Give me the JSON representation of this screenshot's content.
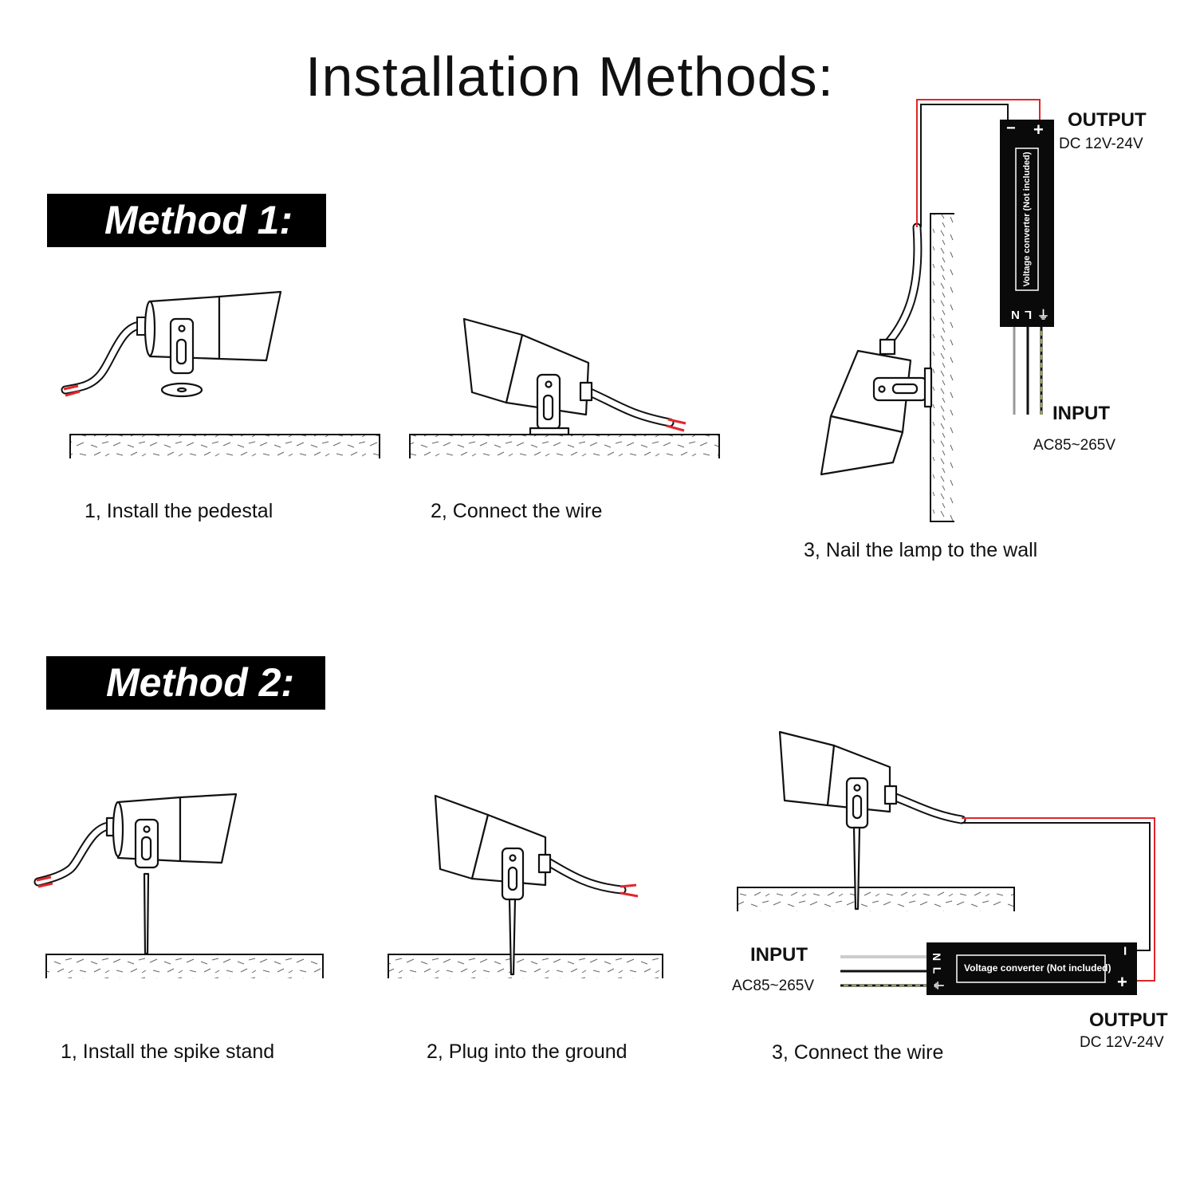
{
  "title": "Installation Methods:",
  "method1": {
    "heading": "Method 1:",
    "steps": [
      "1, Install the pedestal",
      "2, Connect the wire",
      "3, Nail the lamp to the wall"
    ],
    "converter": {
      "label": "Voltage converter (Not included)",
      "output_title": "OUTPUT",
      "output_value": "DC 12V-24V",
      "input_title": "INPUT",
      "input_value": "AC85~265V",
      "terminals_top": [
        "−",
        "+"
      ],
      "terminals_bottom": [
        "N",
        "L",
        "⏚"
      ]
    }
  },
  "method2": {
    "heading": "Method 2:",
    "steps": [
      "1, Install the spike stand",
      "2, Plug into the ground",
      "3, Connect the wire"
    ],
    "converter": {
      "label": "Voltage converter (Not included)",
      "output_title": "OUTPUT",
      "output_value": "DC 12V-24V",
      "input_title": "INPUT",
      "input_value": "AC85~265V",
      "terminals_left": [
        "N",
        "L",
        "⏚"
      ],
      "terminals_right": [
        "−",
        "+"
      ]
    }
  },
  "colors": {
    "wire_red": "#e0262b",
    "wire_green": "#b5d334",
    "ink": "#111111"
  }
}
